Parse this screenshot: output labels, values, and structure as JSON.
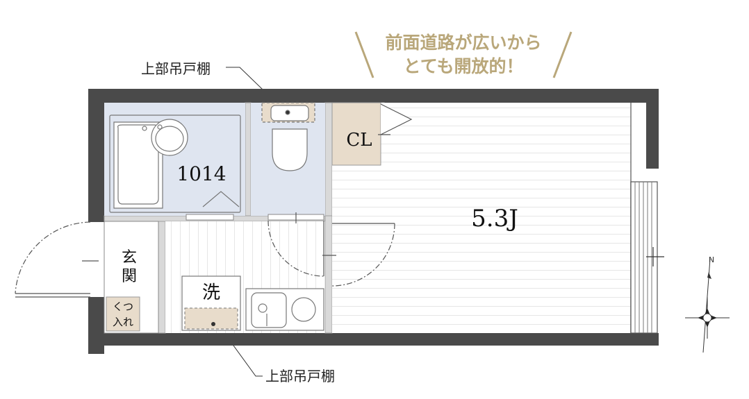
{
  "catchphrase": {
    "line1": "前面道路が広いから",
    "line2": "とても開放的！"
  },
  "callouts": {
    "top": "上部吊戸棚",
    "bottom": "上部吊戸棚"
  },
  "rooms": {
    "closet": "CL",
    "bathroom_unit": "1014",
    "living": "5.3J",
    "entrance_line1": "玄",
    "entrance_line2": "関",
    "shoe_line1": "くつ",
    "shoe_line2": "入れ",
    "washer": "洗"
  },
  "compass": {
    "north": "N"
  },
  "colors": {
    "wall": "#4a4a4a",
    "wet_area": "#dfe5f0",
    "closet": "#e8dccb",
    "floor_line": "#e3e3e3",
    "accent_text": "#b9a77a"
  }
}
